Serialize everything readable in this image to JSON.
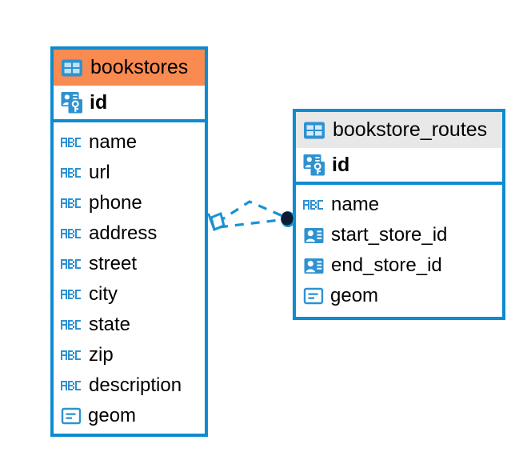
{
  "diagram": {
    "type": "entity-relationship-diagram",
    "background_color": "#FFFFFF",
    "accent_color": "#0E8BD0",
    "highlight_color": "#F98A50",
    "neutral_header_color": "#E8E8E8"
  },
  "entities": [
    {
      "id": "bookstores",
      "name": "bookstores",
      "header_color": "#F98A50",
      "selected": true,
      "table_icon": "table-icon",
      "primary_key": {
        "name": "id",
        "icon": "primary-key-icon"
      },
      "fields": [
        {
          "name": "name",
          "icon": "abc-text-icon"
        },
        {
          "name": "url",
          "icon": "abc-text-icon"
        },
        {
          "name": "phone",
          "icon": "abc-text-icon"
        },
        {
          "name": "address",
          "icon": "abc-text-icon"
        },
        {
          "name": "street",
          "icon": "abc-text-icon"
        },
        {
          "name": "city",
          "icon": "abc-text-icon"
        },
        {
          "name": "state",
          "icon": "abc-text-icon"
        },
        {
          "name": "zip",
          "icon": "abc-text-icon"
        },
        {
          "name": "description",
          "icon": "abc-text-icon"
        },
        {
          "name": "geom",
          "icon": "geometry-icon"
        }
      ]
    },
    {
      "id": "bookstore_routes",
      "name": "bookstore_routes",
      "header_color": "#E8E8E8",
      "selected": false,
      "table_icon": "table-icon",
      "primary_key": {
        "name": "id",
        "icon": "primary-key-icon"
      },
      "fields": [
        {
          "name": "name",
          "icon": "abc-text-icon"
        },
        {
          "name": "start_store_id",
          "icon": "foreign-key-icon"
        },
        {
          "name": "end_store_id",
          "icon": "foreign-key-icon"
        },
        {
          "name": "geom",
          "icon": "geometry-icon"
        }
      ]
    }
  ],
  "relationship": {
    "from_entity": "bookstores",
    "to_entity": "bookstore_routes",
    "line_style": "dashed",
    "line_color": "#1992D4",
    "source_marker": "diamond-marker",
    "target_marker": "filled-circle-marker",
    "target_marker_color": "#0D1B33"
  }
}
